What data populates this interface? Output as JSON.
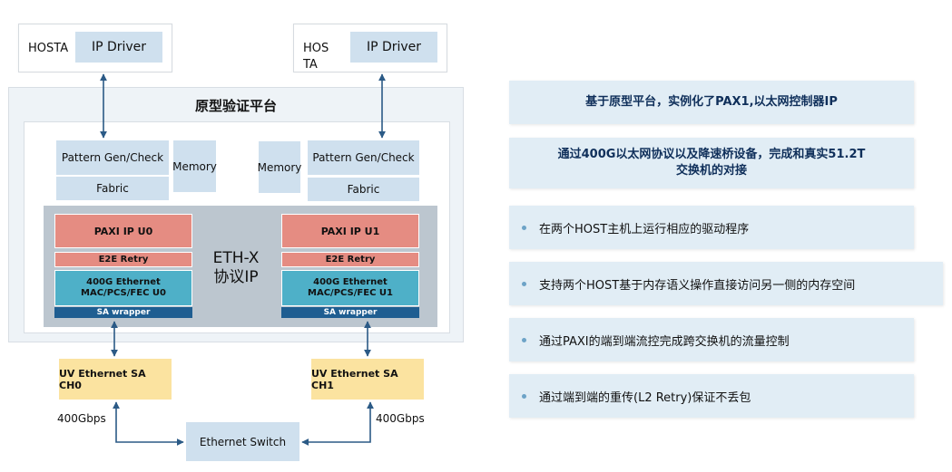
{
  "diagram": {
    "hosts": [
      {
        "label": "HOSTA",
        "driver": "IP Driver"
      },
      {
        "label_line1": "HOS",
        "label_line2": "TA",
        "driver": "IP Driver"
      }
    ],
    "platform": {
      "title": "原型验证平台",
      "left": {
        "pattern": "Pattern Gen/Check",
        "fabric": "Fabric",
        "memory": "Memory"
      },
      "right": {
        "pattern": "Pattern Gen/Check",
        "fabric": "Fabric",
        "memory": "Memory"
      },
      "ethx": {
        "line1": "ETH-X",
        "line2": "协议IP"
      },
      "ip_left": {
        "paxi": "PAXI IP U0",
        "e2e": "E2E Retry",
        "eth_line1": "400G Ethernet",
        "eth_line2": "MAC/PCS/FEC U0",
        "sa": "SA wrapper"
      },
      "ip_right": {
        "paxi": "PAXI IP U1",
        "e2e": "E2E Retry",
        "eth_line1": "400G Ethernet",
        "eth_line2": "MAC/PCS/FEC U1",
        "sa": "SA wrapper"
      }
    },
    "uv_left": "UV Ethernet SA CH0",
    "uv_right": "UV Ethernet SA CH1",
    "speed_left": "400Gbps",
    "speed_right": "400Gbps",
    "switch": "Ethernet  Switch"
  },
  "highlights": [
    {
      "text": "基于原型平台，实例化了PAX1,以太网控制器IP"
    },
    {
      "line1": "通过400G以太网协议以及降速桥设备，完成和真实51.2T",
      "line2": "交换机的对接"
    }
  ],
  "bullets": [
    "在两个HOST主机上运行相应的驱动程序",
    "支持两个HOST基于内存语义操作直接访问另一侧的内存空间",
    "通过PAXI的端到端流控完成跨交换机的流量控制",
    "通过端到端的重传(L2 Retry)保证不丢包"
  ],
  "colors": {
    "connector": "#2b5a86",
    "driver": "#cfe0ee",
    "paxi": "#e58c82",
    "ethernet": "#4eb0c8",
    "sa_wrapper": "#1f5e91",
    "uv": "#fbe3a0",
    "panel": "#e1edf5"
  }
}
